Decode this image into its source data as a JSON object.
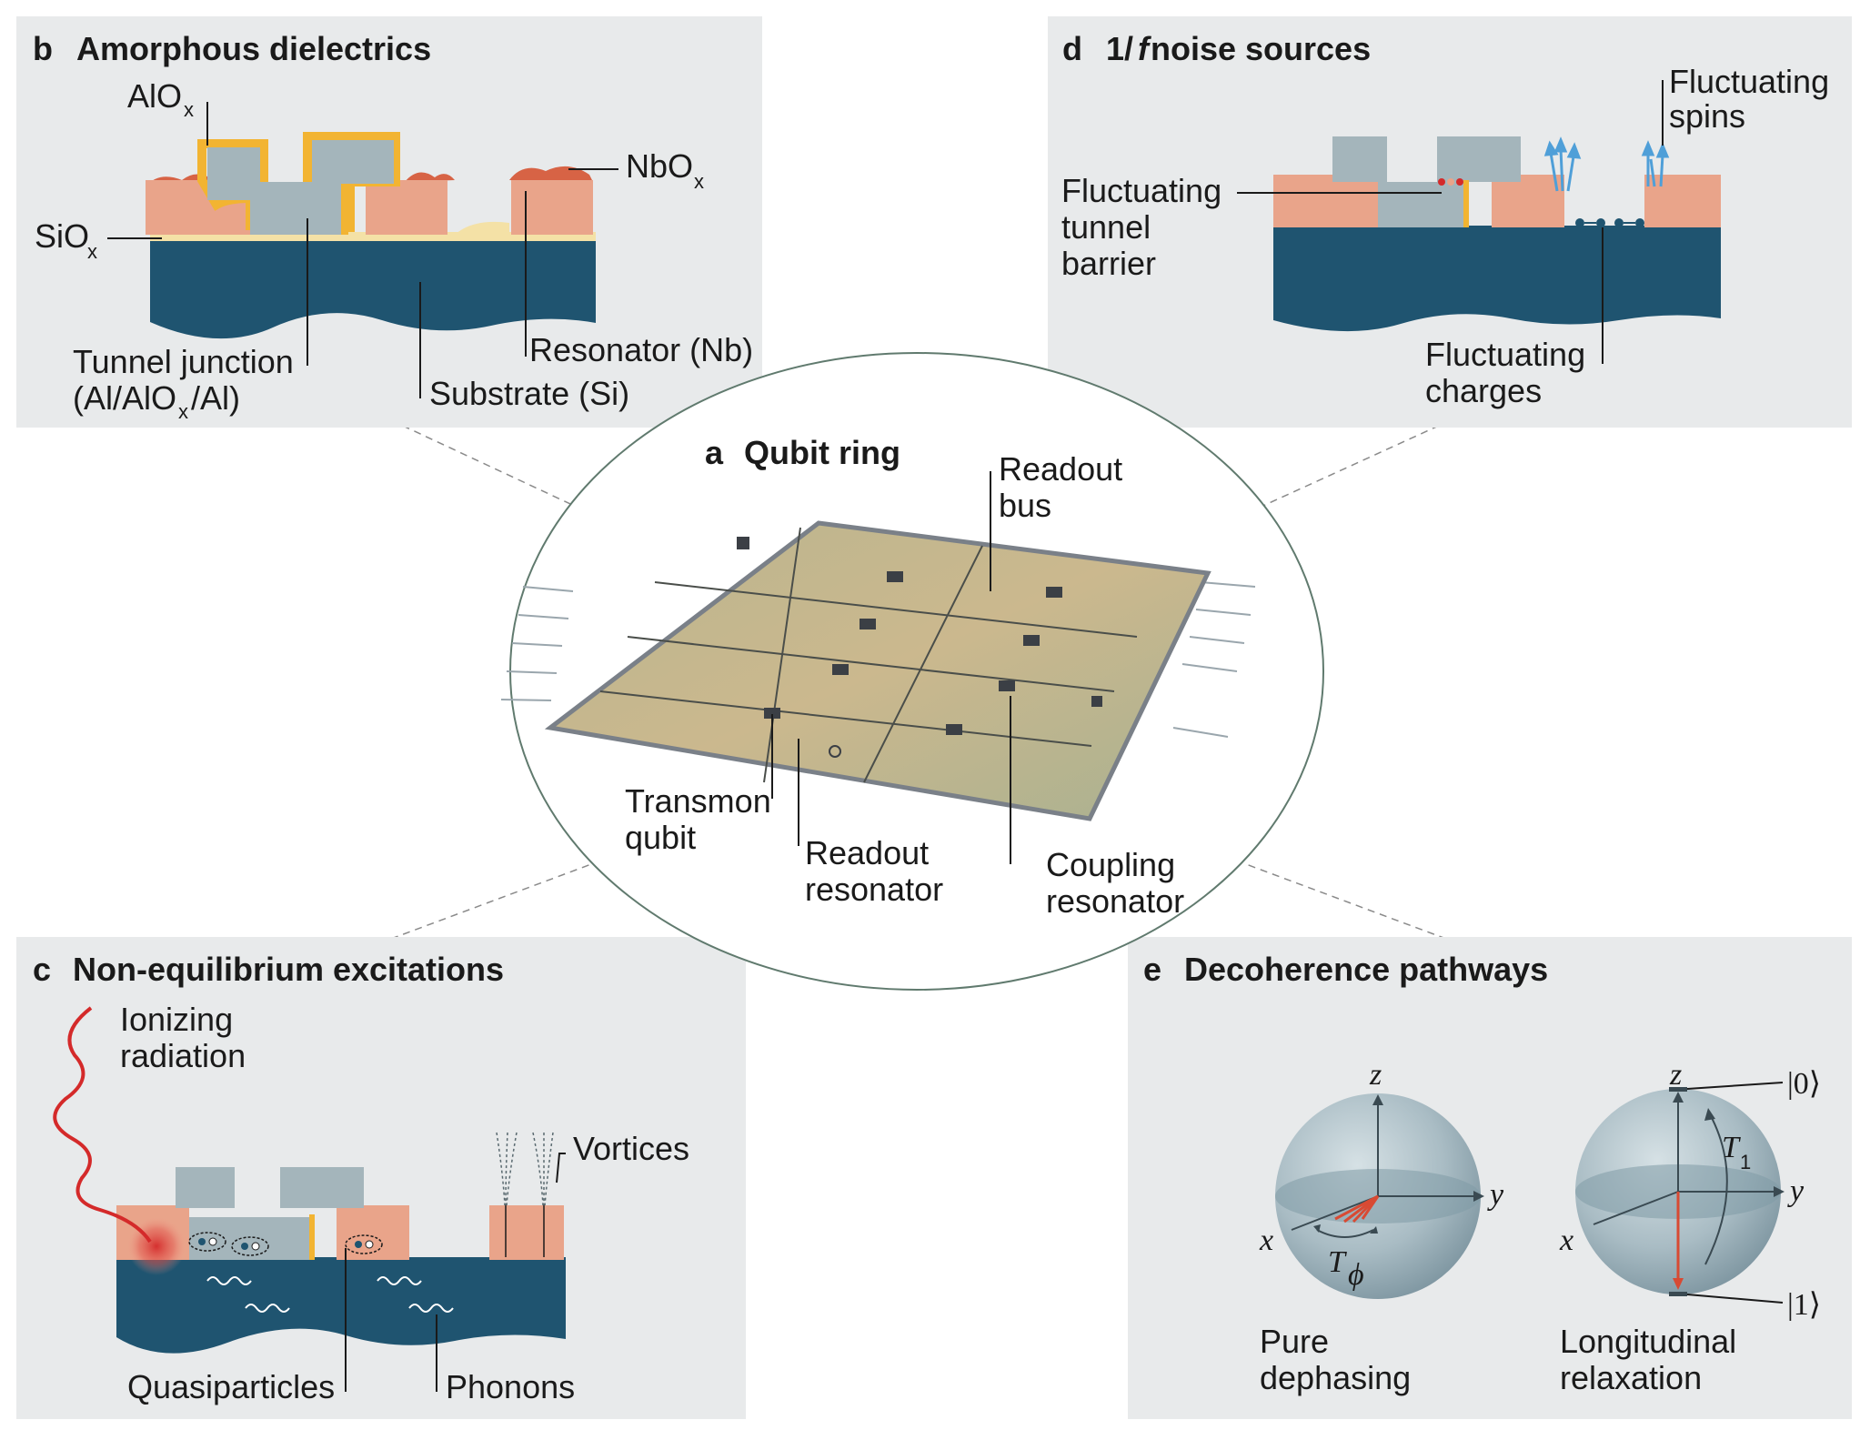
{
  "panel_a": {
    "letter": "a",
    "title": "Qubit ring",
    "labels": {
      "readout_bus_1": "Readout",
      "readout_bus_2": "bus",
      "transmon_1": "Transmon",
      "transmon_2": "qubit",
      "readout_res_1": "Readout",
      "readout_res_2": "resonator",
      "coupling_res_1": "Coupling",
      "coupling_res_2": "resonator"
    }
  },
  "panel_b": {
    "letter": "b",
    "title": "Amorphous dielectrics",
    "labels": {
      "alox": "AlO",
      "alox_sub": "x",
      "nbox": "NbO",
      "nbox_sub": "x",
      "siox": "SiO",
      "siox_sub": "x",
      "tunnel_1": "Tunnel junction",
      "tunnel_2a": "(Al/AlO",
      "tunnel_2sub": "x",
      "tunnel_2b": "/Al)",
      "resonator": "Resonator (Nb)",
      "substrate": "Substrate (Si)"
    }
  },
  "panel_c": {
    "letter": "c",
    "title": "Non-equilibrium excitations",
    "labels": {
      "ionizing_1": "Ionizing",
      "ionizing_2": "radiation",
      "vortices": "Vortices",
      "quasiparticles": "Quasiparticles",
      "phonons": "Phonons"
    }
  },
  "panel_d": {
    "letter": "d",
    "title_prefix": "1/",
    "title_f": "f",
    "title_suffix": " noise sources",
    "labels": {
      "spins_1": "Fluctuating",
      "spins_2": "spins",
      "tunnel_1": "Fluctuating",
      "tunnel_2": "tunnel",
      "tunnel_3": "barrier",
      "charges_1": "Fluctuating",
      "charges_2": "charges"
    }
  },
  "panel_e": {
    "letter": "e",
    "title": "Decoherence pathways",
    "labels": {
      "z": "z",
      "y": "y",
      "x": "x",
      "tphi": "T",
      "tphi_sub": "ϕ",
      "t1": "T",
      "t1_sub": "1",
      "ket0": "|0⟩",
      "ket1": "|1⟩",
      "pure_1": "Pure",
      "pure_2": "dephasing",
      "long_1": "Longitudinal",
      "long_2": "relaxation"
    }
  },
  "colors": {
    "panel_bg": "#e8eaeb",
    "substrate": "#1f5470",
    "metal": "#e9a48a",
    "junction": "#a4b5bb",
    "oxide_gold": "#f2b432",
    "nbox": "#d76345",
    "radiation": "#d42a2a",
    "spin_arrow": "#4f9fd8",
    "sphere": "#9fb3bc",
    "ring_stroke": "#607a6e"
  }
}
